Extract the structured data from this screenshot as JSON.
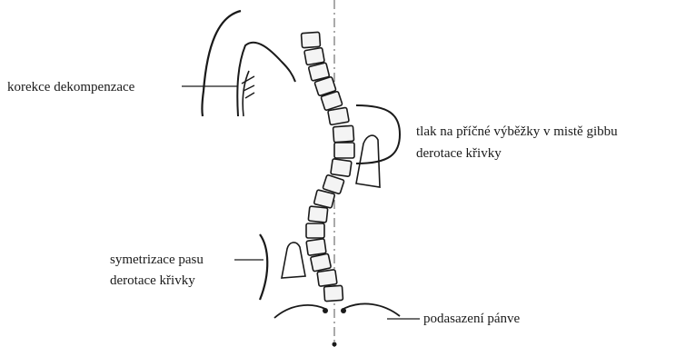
{
  "labels": {
    "korekce": "korekce dekompenzace",
    "tlak": "tlak na příčné výběžky v mistě gibbu",
    "derotace_right": "derotace křivky",
    "symetrizace": "symetrizace pasu",
    "derotace_left": "derotace křivky",
    "podasazeni": "podasazení pánve"
  },
  "colors": {
    "ink": "#1a1a1a",
    "vertebra_fill": "#f4f4f4"
  }
}
